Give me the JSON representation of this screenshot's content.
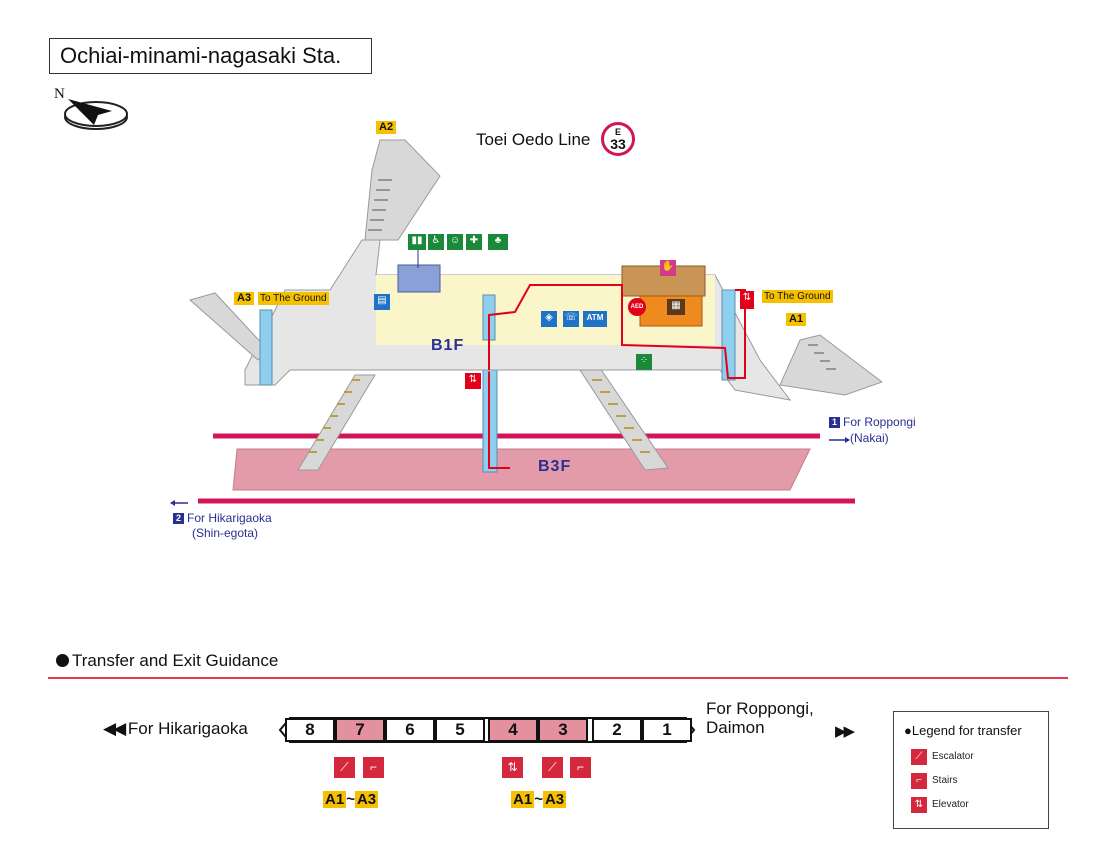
{
  "station": {
    "name": "Ochiai-minami-nagasaki Sta.",
    "compass_label": "N"
  },
  "line": {
    "name": "Toei Oedo Line",
    "badge_letter": "E",
    "badge_number": "33",
    "color": "#d4145a"
  },
  "exits": {
    "a1": "A1",
    "a2": "A2",
    "a3": "A3",
    "to_ground_left": "To The Ground",
    "to_ground_right": "To The Ground"
  },
  "floors": {
    "concourse": "B1F",
    "platform": "B3F"
  },
  "directions": {
    "track1_number": "1",
    "track1_text": "For Roppongi",
    "track1_sub": "(Nakai)",
    "track2_number": "2",
    "track2_text": "For Hikarigaoka",
    "track2_sub": "(Shin-egota)"
  },
  "facilities": {
    "atm_label": "ATM",
    "aed_label": "AED",
    "icons": [
      "restroom-icon",
      "wheelchair-icon",
      "baby-care-icon",
      "ostomate-icon",
      "baby-changing-icon",
      "coin-locker-icon",
      "phone-icon",
      "atm-icon",
      "aed-icon",
      "ticket-office-icon",
      "station-office-icon",
      "elevator-icon",
      "fare-adjustment-icon",
      "lost-and-found-icon"
    ]
  },
  "guidance": {
    "section_title": "Transfer and Exit Guidance",
    "left_destination": "For Hikarigaoka",
    "right_destination_line1": "For Roppongi,",
    "right_destination_line2": "Daimon",
    "cars": [
      {
        "number": "8",
        "highlight": false
      },
      {
        "number": "7",
        "highlight": true
      },
      {
        "number": "6",
        "highlight": false
      },
      {
        "number": "5",
        "highlight": false
      },
      {
        "number": "4",
        "highlight": true
      },
      {
        "number": "3",
        "highlight": true
      },
      {
        "number": "2",
        "highlight": false
      },
      {
        "number": "1",
        "highlight": false
      }
    ],
    "group1": {
      "from": "A1",
      "tilde": "~",
      "to": "A3",
      "icons": [
        "escalator-icon",
        "stairs-icon"
      ]
    },
    "group2": {
      "from": "A1",
      "tilde": "~",
      "to": "A3",
      "icons": [
        "elevator-icon",
        "escalator-icon",
        "stairs-icon"
      ]
    }
  },
  "legend": {
    "title": "Legend for transfer",
    "items": [
      "Escalator",
      "Stairs",
      "Elevator"
    ],
    "icon_color": "#d6283c"
  },
  "colors": {
    "platform": "#e39aa9",
    "track": "#d4145a",
    "concourse": "#e6e6e6",
    "gated_area": "#fbf6c9",
    "elevator_shaft": "#8fcfee",
    "route": "#e2001a",
    "exit_tag": "#f5c000",
    "direction_text": "#2b2f8f"
  }
}
